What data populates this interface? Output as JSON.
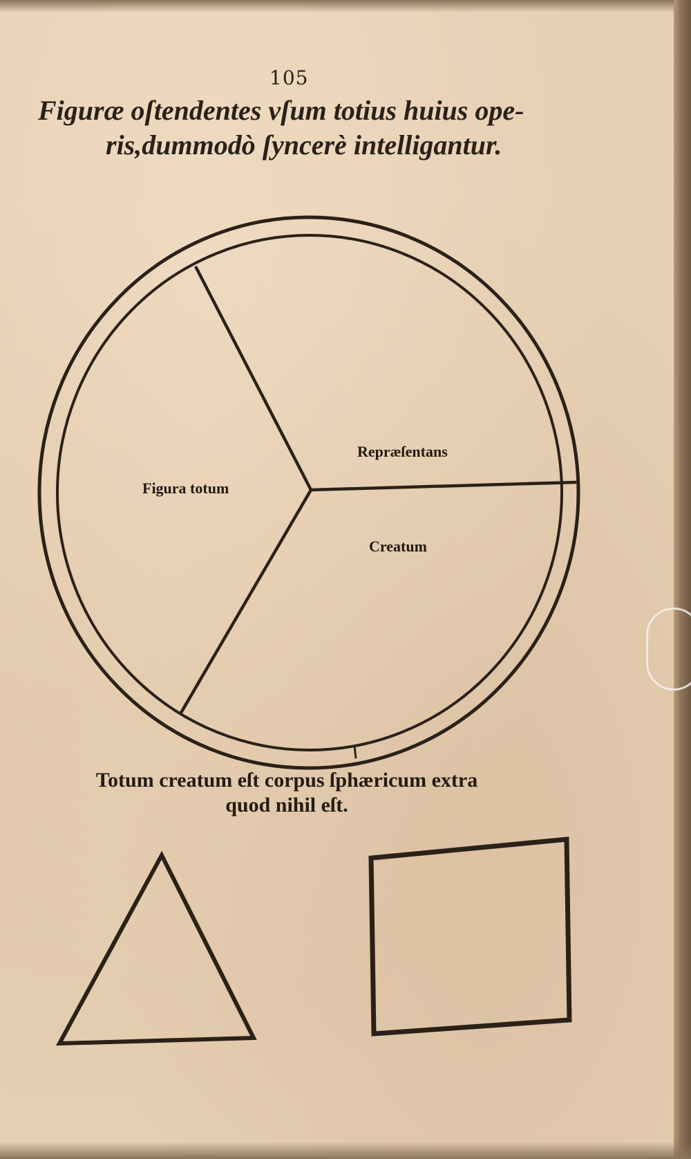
{
  "page": {
    "number": "105",
    "title_line1": "Figuræ oſtendentes vſum totius huius ope-",
    "title_line2": "ris,dummodò ſyncerè intelligantur."
  },
  "diagram": {
    "segments": {
      "left": "Figura totum",
      "upper_right": "Repræſentans",
      "lower_right": "Creatum"
    },
    "tick_mark": "1"
  },
  "caption": {
    "line1": "Totum creatum eſt corpus ſphæricum extra",
    "line2": "quod nihil eſt."
  },
  "colors": {
    "paper": "#e6cfb3",
    "ink": "#2a2118"
  }
}
